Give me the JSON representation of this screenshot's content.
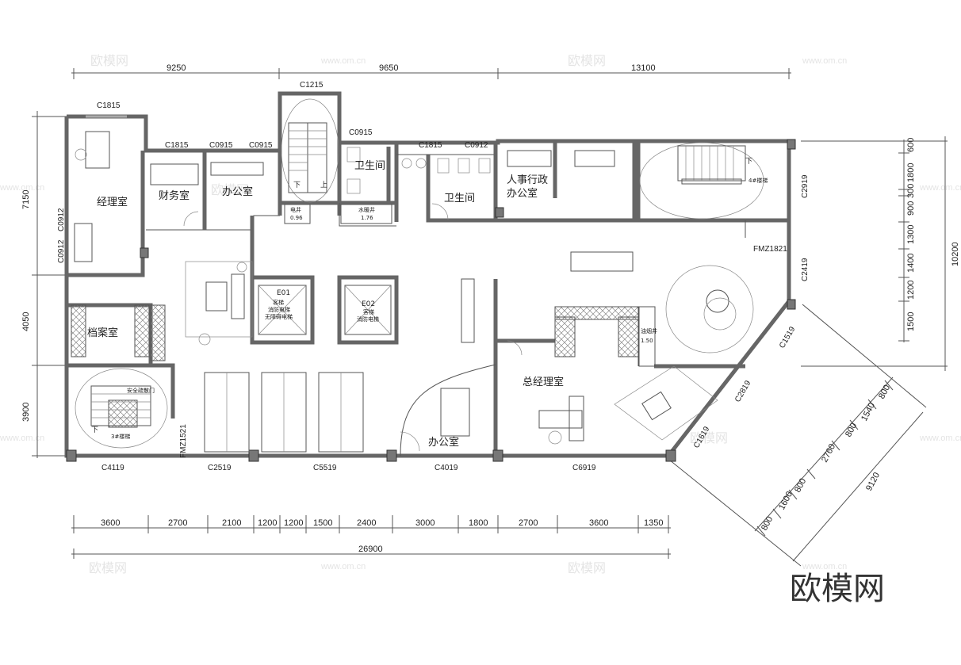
{
  "title": "",
  "watermarks": {
    "brand": "欧模网",
    "site": "www.om.cn"
  },
  "top_dimensions": [
    "9250",
    "9650",
    "13100"
  ],
  "bottom_dimensions": [
    "3600",
    "2700",
    "2100",
    "1200",
    "1200",
    "1500",
    "2400",
    "3000",
    "1800",
    "2700",
    "3600",
    "1350"
  ],
  "total_width": "26900",
  "left_dimensions": [
    "7150",
    "4050",
    "3900"
  ],
  "right_dimensions": [
    "600",
    "1800",
    "300",
    "900",
    "1300",
    "1400",
    "1200",
    "1500"
  ],
  "right_total": "10200",
  "diagonal_dimensions": [
    "800",
    "1600",
    "800",
    "2760",
    "800",
    "1540",
    "800"
  ],
  "diagonal_total": "9120",
  "rooms": {
    "manager": "经理室",
    "finance": "财务室",
    "office_a": "办公室",
    "restroom_a": "卫生间",
    "restroom_b": "卫生间",
    "hr_line1": "人事行政",
    "hr_line2": "办公室",
    "archive": "档案室",
    "general_manager": "总经理室",
    "office_b": "办公室"
  },
  "windows": {
    "top": [
      "C1815",
      "C1815",
      "C0915",
      "C0915",
      "C1215",
      "C0915",
      "C1815",
      "C0912"
    ],
    "left": [
      "C0912",
      "C0912"
    ],
    "bottom": [
      "C4119",
      "C2519",
      "C5519",
      "C4019",
      "C6919"
    ],
    "right": [
      "C2919",
      "C2419",
      "C1519",
      "C2819",
      "C1619"
    ]
  },
  "doors": {
    "fire_door_left": "FMZ1521",
    "fire_door_right": "FMZ1821"
  },
  "stairs": {
    "up": "上",
    "down": "下",
    "down_right": "下",
    "down_left": "下",
    "stair_4": "4#楼梯",
    "stair_3": "3#楼梯",
    "safe_route": "安全疏散门"
  },
  "shafts": {
    "elec": "电井",
    "elec_size": "0.96",
    "water": "水暖井",
    "water_size": "1.76",
    "oil": "油烟井",
    "oil_size": "1.50"
  },
  "elevators": {
    "e01": "E01",
    "e01_lines": [
      "客梯",
      "消防电梯",
      "无障碍电梯"
    ],
    "e02": "E02",
    "e02_lines": [
      "客梯",
      "消防电梯"
    ]
  }
}
